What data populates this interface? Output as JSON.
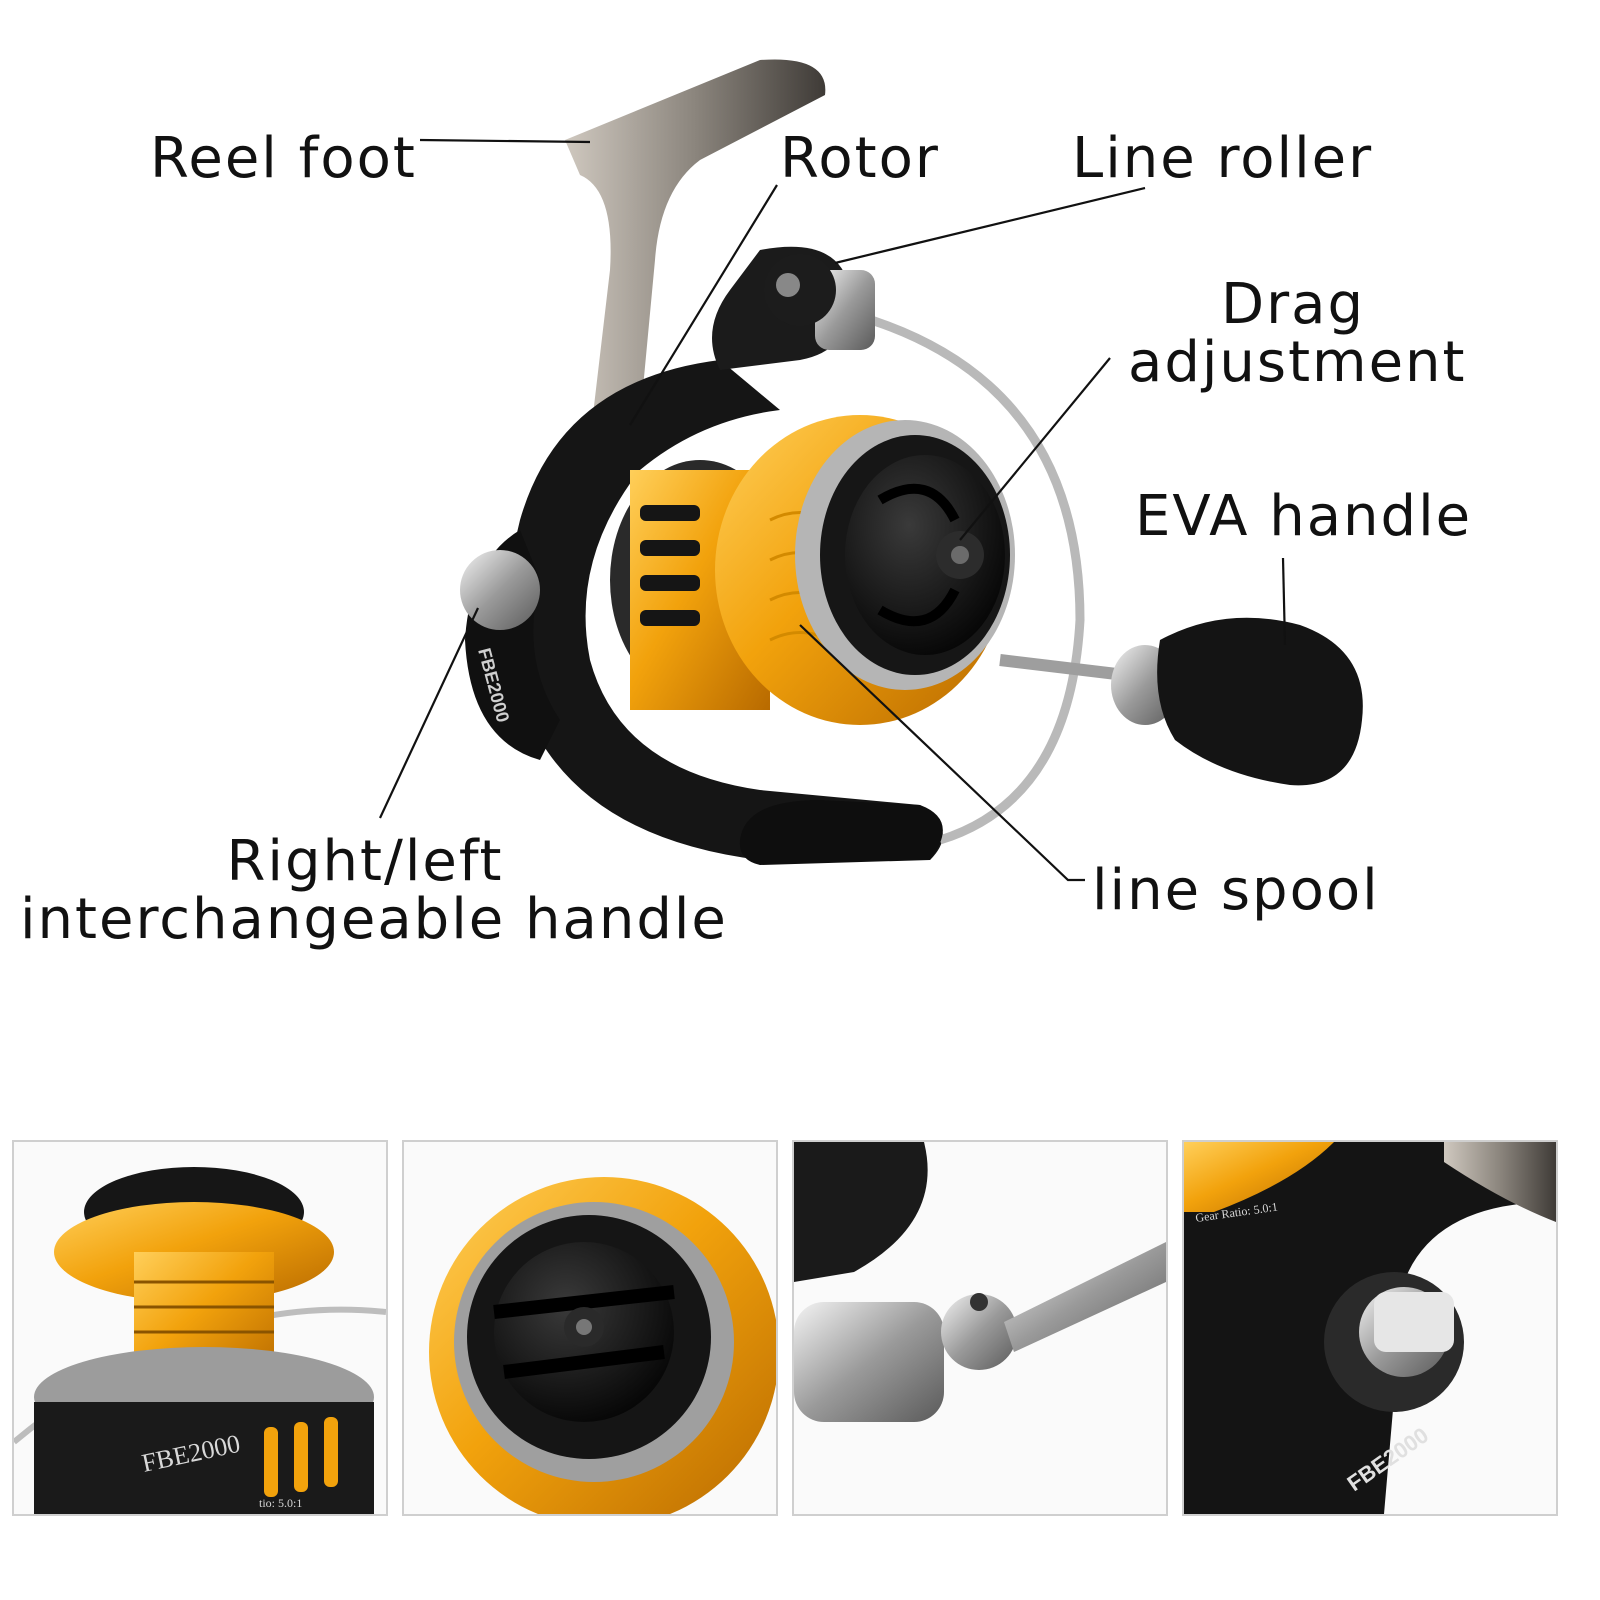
{
  "labels": {
    "reel_foot": "Reel foot",
    "rotor": "Rotor",
    "line_roller": "Line roller",
    "drag_line1": "Drag",
    "drag_line2": "adjustment",
    "eva_handle": "EVA handle",
    "handle_line1": "Right/left",
    "handle_line2": "interchangeable handle",
    "line_spool": "line spool"
  },
  "engraving": {
    "model": "FBE2000",
    "gear_ratio": "Gear Ratio: 5.0:1",
    "gear_ratio_short": "tio: 5.0:1"
  },
  "colors": {
    "gold": "#f2a20c",
    "black": "#151515",
    "silver": "#c9c9c9",
    "bg": "#ffffff"
  }
}
